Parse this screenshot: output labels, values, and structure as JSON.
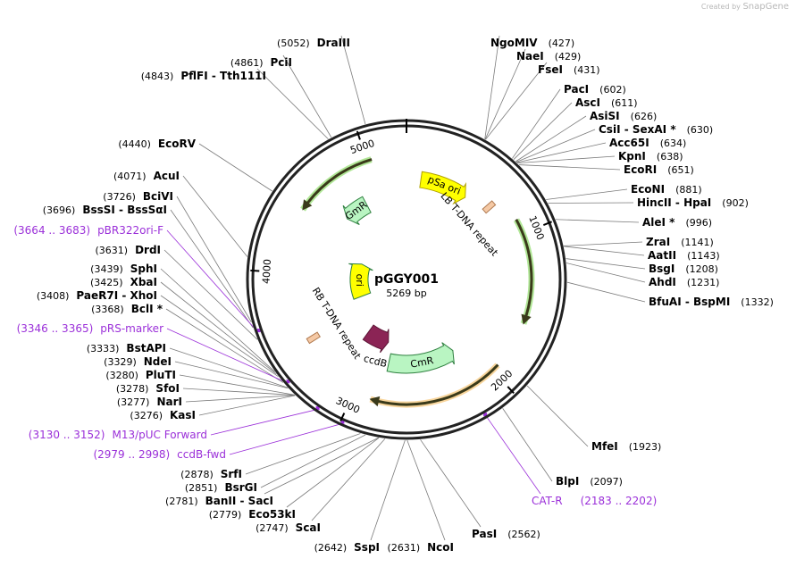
{
  "credit": {
    "text": "Created by",
    "brand": "SnapGene"
  },
  "plasmid": {
    "name": "pGGY001",
    "size": "5269 bp",
    "length": 5269
  },
  "ticks": [
    {
      "bp": 1000,
      "label": "1000"
    },
    {
      "bp": 2000,
      "label": "2000"
    },
    {
      "bp": 3000,
      "label": "3000"
    },
    {
      "bp": 4000,
      "label": "4000"
    },
    {
      "bp": 5000,
      "label": "5000"
    }
  ],
  "features": [
    {
      "name": "pSa ori",
      "start": 120,
      "end": 520,
      "strand": 1,
      "color": "#ffff00",
      "type": "box",
      "label": "pSa ori"
    },
    {
      "name": "LB T-DNA repeat",
      "start": 700,
      "end": 725,
      "strand": 1,
      "color": "#f5c9a5",
      "type": "small",
      "label": "LB T-DNA repeat"
    },
    {
      "name": "green-right",
      "start": 900,
      "end": 1620,
      "strand": 1,
      "color": "#6fd13f",
      "type": "thin",
      "label": ""
    },
    {
      "name": "orange-bottom",
      "start": 1950,
      "end": 2880,
      "strand": 1,
      "color": "#f2b24a",
      "type": "thin",
      "label": ""
    },
    {
      "name": "CmR",
      "start": 2150,
      "end": 2810,
      "strand": -1,
      "color": "#b9f5c2",
      "type": "arrow",
      "label": "CmR"
    },
    {
      "name": "ccdB",
      "start": 2870,
      "end": 3160,
      "strand": -1,
      "color": "#8b2455",
      "type": "arrow",
      "label": "ccdB"
    },
    {
      "name": "RB T-DNA repeat",
      "start": 3470,
      "end": 3495,
      "strand": 1,
      "color": "#f5c9a5",
      "type": "small",
      "label": "RB T-DNA repeat"
    },
    {
      "name": "ori",
      "start": 3650,
      "end": 4230,
      "strand": 1,
      "color": "#ffff00",
      "type": "arrow",
      "label": "ori"
    },
    {
      "name": "GmR",
      "start": 4620,
      "end": 4860,
      "strand": -1,
      "color": "#b9f5c2",
      "type": "arrow",
      "label": "GmR"
    },
    {
      "name": "green-left",
      "start": 4450,
      "end": 5030,
      "strand": -1,
      "color": "#6fd13f",
      "type": "thin",
      "label": ""
    }
  ],
  "sites": [
    {
      "name": "DraIII",
      "pos": "(5052)",
      "bp": 5052,
      "side": "left",
      "primer": false
    },
    {
      "name": "PciI",
      "pos": "(4861)",
      "bp": 4861,
      "side": "left",
      "primer": false
    },
    {
      "name": "PflFI  -  Tth111I",
      "pos": "(4843)",
      "bp": 4843,
      "side": "left",
      "primer": false
    },
    {
      "name": "EcoRV",
      "pos": "(4440)",
      "bp": 4440,
      "side": "left",
      "primer": false
    },
    {
      "name": "AcuI",
      "pos": "(4071)",
      "bp": 4071,
      "side": "left",
      "primer": false
    },
    {
      "name": "BciVI",
      "pos": "(3726)",
      "bp": 3726,
      "side": "left",
      "primer": false
    },
    {
      "name": "BssSI  -  BssSαI",
      "pos": "(3696)",
      "bp": 3696,
      "side": "left",
      "primer": false
    },
    {
      "name": "pBR322ori-F",
      "pos": "(3664 .. 3683)",
      "bp": 3673,
      "side": "left",
      "primer": true
    },
    {
      "name": "DrdI",
      "pos": "(3631)",
      "bp": 3631,
      "side": "left",
      "primer": false
    },
    {
      "name": "SphI",
      "pos": "(3439)",
      "bp": 3439,
      "side": "left",
      "primer": false
    },
    {
      "name": "XbaI",
      "pos": "(3425)",
      "bp": 3425,
      "side": "left",
      "primer": false
    },
    {
      "name": "PaeR7I  -  XhoI",
      "pos": "(3408)",
      "bp": 3408,
      "side": "left",
      "primer": false
    },
    {
      "name": "BclI *",
      "pos": "(3368)",
      "bp": 3368,
      "side": "left",
      "primer": false
    },
    {
      "name": "pRS-marker",
      "pos": "(3346 .. 3365)",
      "bp": 3355,
      "side": "left",
      "primer": true
    },
    {
      "name": "BstAPI",
      "pos": "(3333)",
      "bp": 3333,
      "side": "left",
      "primer": false
    },
    {
      "name": "NdeI",
      "pos": "(3329)",
      "bp": 3329,
      "side": "left",
      "primer": false
    },
    {
      "name": "PluTI",
      "pos": "(3280)",
      "bp": 3280,
      "side": "left",
      "primer": false
    },
    {
      "name": "SfoI",
      "pos": "(3278)",
      "bp": 3278,
      "side": "left",
      "primer": false
    },
    {
      "name": "NarI",
      "pos": "(3277)",
      "bp": 3277,
      "side": "left",
      "primer": false
    },
    {
      "name": "KasI",
      "pos": "(3276)",
      "bp": 3276,
      "side": "left",
      "primer": false
    },
    {
      "name": "M13/pUC Forward",
      "pos": "(3130 .. 3152)",
      "bp": 3141,
      "side": "left",
      "primer": true
    },
    {
      "name": "ccdB-fwd",
      "pos": "(2979 .. 2998)",
      "bp": 2988,
      "side": "left",
      "primer": true
    },
    {
      "name": "SrfI",
      "pos": "(2878)",
      "bp": 2878,
      "side": "left",
      "primer": false
    },
    {
      "name": "BsrGI",
      "pos": "(2851)",
      "bp": 2851,
      "side": "left",
      "primer": false
    },
    {
      "name": "BanII  -  SacI",
      "pos": "(2781)",
      "bp": 2781,
      "side": "left",
      "primer": false
    },
    {
      "name": "Eco53kI",
      "pos": "(2779)",
      "bp": 2779,
      "side": "left",
      "primer": false
    },
    {
      "name": "ScaI",
      "pos": "(2747)",
      "bp": 2747,
      "side": "left",
      "primer": false
    },
    {
      "name": "SspI",
      "pos": "(2642)",
      "bp": 2642,
      "side": "left",
      "primer": false
    },
    {
      "name": "NcoI",
      "pos": "(2631)",
      "bp": 2631,
      "side": "left",
      "primer": false
    },
    {
      "name": "PasI",
      "pos": "(2562)",
      "bp": 2562,
      "side": "right",
      "primer": false
    },
    {
      "name": "CAT-R",
      "pos": "(2183 .. 2202)",
      "bp": 2192,
      "side": "right",
      "primer": true
    },
    {
      "name": "BlpI",
      "pos": "(2097)",
      "bp": 2097,
      "side": "right",
      "primer": false
    },
    {
      "name": "MfeI",
      "pos": "(1923)",
      "bp": 1923,
      "side": "right",
      "primer": false
    },
    {
      "name": "NgoMIV",
      "pos": "(427)",
      "bp": 427,
      "side": "right",
      "primer": false
    },
    {
      "name": "NaeI",
      "pos": "(429)",
      "bp": 429,
      "side": "right",
      "primer": false
    },
    {
      "name": "FseI",
      "pos": "(431)",
      "bp": 431,
      "side": "right",
      "primer": false
    },
    {
      "name": "PacI",
      "pos": "(602)",
      "bp": 602,
      "side": "right",
      "primer": false
    },
    {
      "name": "AscI",
      "pos": "(611)",
      "bp": 611,
      "side": "right",
      "primer": false
    },
    {
      "name": "AsiSI",
      "pos": "(626)",
      "bp": 626,
      "side": "right",
      "primer": false
    },
    {
      "name": "CsiI  -  SexAI *",
      "pos": "(630)",
      "bp": 630,
      "side": "right",
      "primer": false
    },
    {
      "name": "Acc65I",
      "pos": "(634)",
      "bp": 634,
      "side": "right",
      "primer": false
    },
    {
      "name": "KpnI",
      "pos": "(638)",
      "bp": 638,
      "side": "right",
      "primer": false
    },
    {
      "name": "EcoRI",
      "pos": "(651)",
      "bp": 651,
      "side": "right",
      "primer": false
    },
    {
      "name": "EcoNI",
      "pos": "(881)",
      "bp": 881,
      "side": "right",
      "primer": false
    },
    {
      "name": "HincII  -  HpaI",
      "pos": "(902)",
      "bp": 902,
      "side": "right",
      "primer": false
    },
    {
      "name": "AleI *",
      "pos": "(996)",
      "bp": 996,
      "side": "right",
      "primer": false
    },
    {
      "name": "ZraI",
      "pos": "(1141)",
      "bp": 1141,
      "side": "right",
      "primer": false
    },
    {
      "name": "AatII",
      "pos": "(1143)",
      "bp": 1143,
      "side": "right",
      "primer": false
    },
    {
      "name": "BsgI",
      "pos": "(1208)",
      "bp": 1208,
      "side": "right",
      "primer": false
    },
    {
      "name": "AhdI",
      "pos": "(1231)",
      "bp": 1231,
      "side": "right",
      "primer": false
    },
    {
      "name": "BfuAI  -  BspMI",
      "pos": "(1332)",
      "bp": 1332,
      "side": "right",
      "primer": false
    }
  ]
}
